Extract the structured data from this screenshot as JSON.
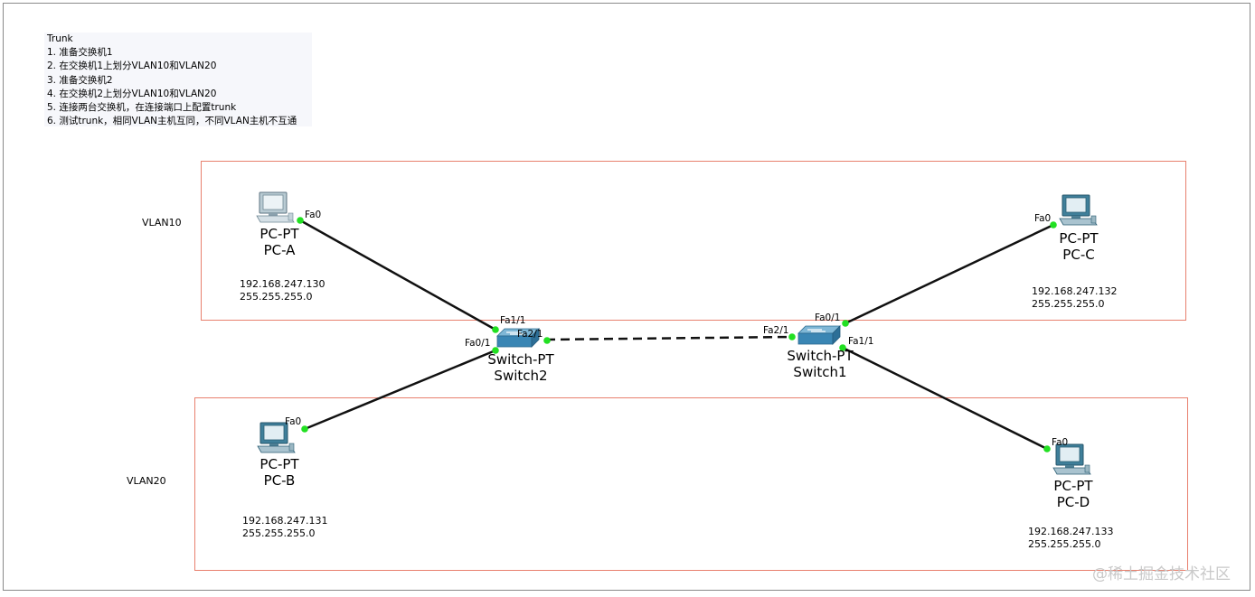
{
  "notes": [
    "Trunk",
    "1. 准备交换机1",
    "2. 在交换机1上划分VLAN10和VLAN20",
    "3. 准备交换机2",
    "4. 在交换机2上划分VLAN10和VLAN20",
    "5. 连接两台交换机，在连接端口上配置trunk",
    "6. 测试trunk，相同VLAN主机互同，不同VLAN主机不互通"
  ],
  "areas": {
    "vlan10": {
      "label": "VLAN10"
    },
    "vlan20": {
      "label": "VLAN20"
    }
  },
  "devices": {
    "pc_a": {
      "model": "PC-PT",
      "name": "PC-A",
      "ip": "192.168.247.130",
      "mask": "255.255.255.0"
    },
    "pc_b": {
      "model": "PC-PT",
      "name": "PC-B",
      "ip": "192.168.247.131",
      "mask": "255.255.255.0"
    },
    "pc_c": {
      "model": "PC-PT",
      "name": "PC-C",
      "ip": "192.168.247.132",
      "mask": "255.255.255.0"
    },
    "pc_d": {
      "model": "PC-PT",
      "name": "PC-D",
      "ip": "192.168.247.133",
      "mask": "255.255.255.0"
    },
    "switch1": {
      "model": "Switch-PT",
      "name": "Switch1"
    },
    "switch2": {
      "model": "Switch-PT",
      "name": "Switch2"
    }
  },
  "ports": {
    "pc_a_fa0": "Fa0",
    "pc_b_fa0": "Fa0",
    "pc_c_fa0": "Fa0",
    "pc_d_fa0": "Fa0",
    "sw2_fa1_1": "Fa1/1",
    "sw2_fa0_1": "Fa0/1",
    "sw2_fa2_1": "Fa2/1",
    "sw1_fa2_1": "Fa2/1",
    "sw1_fa0_1": "Fa0/1",
    "sw1_fa1_1": "Fa1/1"
  },
  "colors": {
    "area_border": "#e8806e",
    "link": "#111111",
    "port_up": "#22e022",
    "switch_blue": "#3a86b4"
  },
  "watermark": "@稀土掘金技术社区"
}
